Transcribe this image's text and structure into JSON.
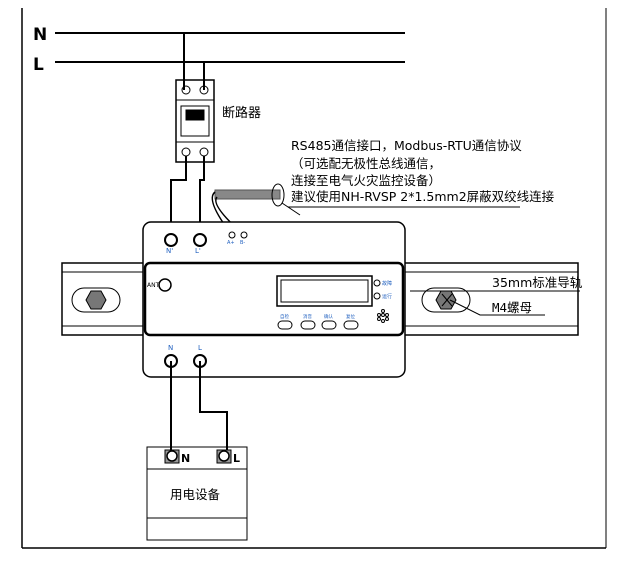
{
  "lines": {
    "n_label": "N",
    "l_label": "L"
  },
  "breaker": {
    "label": "断路器"
  },
  "rs485": {
    "line1": "RS485通信接口，Modbus-RTU通信协议",
    "line2": "（可选配无极性总线通信，",
    "line3": "连接至电气火灾监控设备）",
    "line4": "建议使用NH-RVSP 2*1.5mm2屏蔽双绞线连接"
  },
  "meter": {
    "top_terminals": [
      "N'",
      "L'"
    ],
    "comm_terminals": [
      "A+",
      "B-"
    ],
    "antenna_label": "ANT",
    "indicators": [
      "故障",
      "运行"
    ],
    "buttons": [
      "自检",
      "消音",
      "确认",
      "复位"
    ],
    "bottom_terminals": [
      "N",
      "L"
    ]
  },
  "rail": {
    "label": "35mm标准导轨"
  },
  "nut": {
    "label": "M4螺母"
  },
  "device": {
    "label": "用电设备",
    "terminals": [
      "N",
      "L"
    ]
  },
  "colors": {
    "terminal_label": "#1f5fbf",
    "cable": "#777777"
  }
}
